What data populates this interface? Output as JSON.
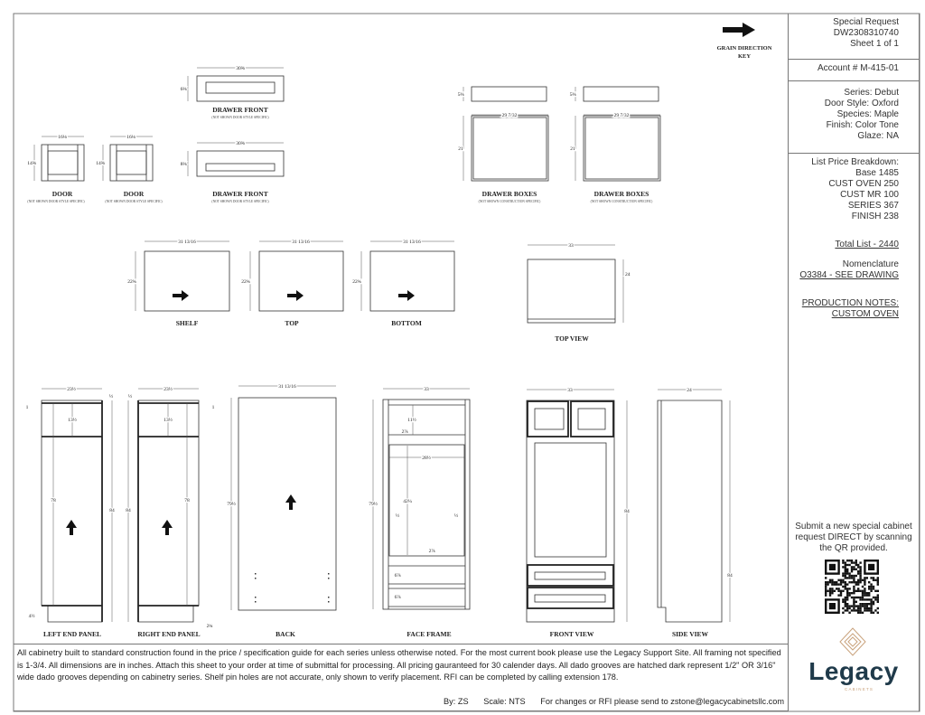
{
  "sheet_info": {
    "title": "Special Request",
    "request_id": "DW2308310740",
    "sheet": "Sheet 1 of 1",
    "account": "Account # M-415-01",
    "specs": [
      "Series: Debut",
      "Door Style: Oxford",
      "Species: Maple",
      "Finish: Color Tone",
      "Glaze: NA"
    ],
    "price_heading": "List Price Breakdown:",
    "price_lines": [
      "Base 1485",
      "CUST OVEN 250",
      "CUST MR 100",
      "SERIES 367",
      "FINISH 238"
    ],
    "total": "Total List - 2440",
    "nomenclature_label": "Nomenclature",
    "nomenclature": "O3384 - SEE DRAWING",
    "production_heading": "PRODUCTION NOTES:",
    "production_note": "CUSTOM OVEN",
    "qr_note": "Submit a new special cabinet request DIRECT by scanning the QR provided.",
    "logo_text": "Legacy",
    "logo_sub": "CABINETS"
  },
  "grain_key": {
    "line1": "GRAIN DIRECTION",
    "line2": "KEY"
  },
  "parts": {
    "drawer_front_1": {
      "label": "DRAWER FRONT",
      "note": "(NOT SHOWN DOOR STYLE SPECIFIC)",
      "width": "30⅝",
      "height": "6⅝"
    },
    "drawer_front_2": {
      "label": "DRAWER FRONT",
      "note": "(NOT SHOWN DOOR STYLE SPECIFIC)",
      "width": "30⅝",
      "height": "8⅝"
    },
    "door_1": {
      "label": "DOOR",
      "note": "(NOT SHOWN DOOR STYLE SPECIFIC)",
      "width": "16⅛",
      "height": "14⅝"
    },
    "door_2": {
      "label": "DOOR",
      "note": "(NOT SHOWN DOOR STYLE SPECIFIC)",
      "width": "16⅛",
      "height": "14⅝"
    },
    "drawer_box_1": {
      "label": "DRAWER BOXES",
      "note": "(NOT SHOWN CONSTRUCTION SPECIFIC)",
      "height": "5⅜",
      "width": "29 7/32",
      "depth": "21"
    },
    "drawer_box_2": {
      "label": "DRAWER BOXES",
      "note": "(NOT SHOWN CONSTRUCTION SPECIFIC)",
      "height": "5⅜",
      "width": "29 7/32",
      "depth": "21"
    },
    "shelf": {
      "label": "SHELF",
      "width": "31 13/16",
      "depth": "22¾"
    },
    "top": {
      "label": "TOP",
      "width": "31 13/16",
      "depth": "22¾"
    },
    "bottom": {
      "label": "BOTTOM",
      "width": "31 13/16",
      "depth": "22¾"
    },
    "top_view": {
      "label": "TOP VIEW",
      "width": "33",
      "depth": "24"
    },
    "left_end_panel": {
      "label": "LEFT END PANEL",
      "width": "23½",
      "edge": "½",
      "top": "1",
      "top_rail": "13½",
      "inner": "78",
      "height": "84",
      "toe": "4½"
    },
    "right_end_panel": {
      "label": "RIGHT END PANEL",
      "width": "23½",
      "edge": "½",
      "top": "1",
      "top_rail": "13½",
      "inner": "78",
      "height": "84",
      "toe": "2¾"
    },
    "back": {
      "label": "BACK",
      "width": "31 13/16",
      "height": "79½"
    },
    "face_frame": {
      "label": "FACE FRAME",
      "width": "33",
      "height": "79½",
      "top_open": "11½",
      "rail_1": "2⅞",
      "opening_w": "28½",
      "opening_h": "42¼",
      "stile_l": "½",
      "stile_r": "½",
      "rail_2": "2⅞",
      "drawer_1": "6⅞",
      "drawer_2": "6⅞"
    },
    "front_view": {
      "label": "FRONT VIEW",
      "width": "33",
      "height": "84"
    },
    "side_view": {
      "label": "SIDE VIEW",
      "width": "24",
      "height": "84"
    }
  },
  "footer": {
    "notes": "All cabinetry built to standard construction found in the price / specification guide for each series unless otherwise noted. For the most current book please use the Legacy Support Site. All framing not specified is 1-3/4. All dimensions are in inches. Attach this sheet to your order at time of submittal for processing. All pricing gauranteed for 30 calender days. All dado grooves are hatched dark represent 1/2\" OR 3/16\" wide dado grooves depending on cabinetry series. Shelf pin holes are not accurate, only shown to verify placement. RFI can be completed by calling extension 178.",
    "by": "By: ZS",
    "scale": "Scale: NTS",
    "contact": "For changes or RFI please send to zstone@legacycabinetsllc.com"
  },
  "colors": {
    "logo_navy": "#1f3a4a",
    "logo_tan": "#c9a27c"
  }
}
